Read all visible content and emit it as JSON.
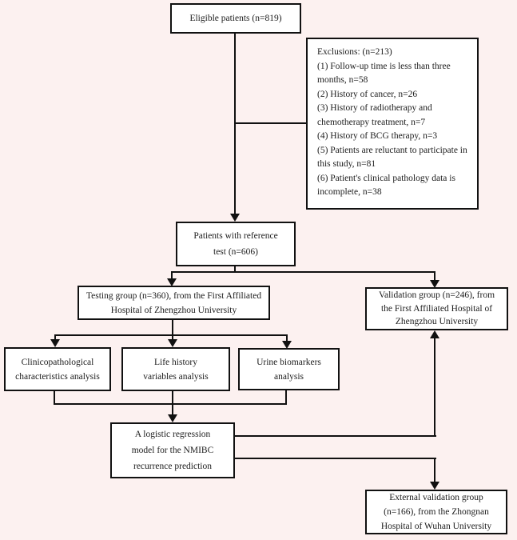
{
  "colors": {
    "background": "#fcf1f0",
    "box_fill": "#ffffff",
    "line": "#111111",
    "text": "#1c1c1c"
  },
  "boxes": {
    "eligible": {
      "lines": [
        "Eligible patients (n=819)"
      ]
    },
    "exclusions": {
      "title": "Exclusions: (n=213)",
      "items": [
        "(1) Follow-up time is less than three months, n=58",
        "(2) History of cancer, n=26",
        "(3) History of radiotherapy and chemotherapy treatment, n=7",
        "(4) History of BCG therapy, n=3",
        "(5) Patients are reluctant to participate in this study, n=81",
        "(6) Patient's clinical pathology data is incomplete, n=38"
      ]
    },
    "patients": {
      "lines": [
        "Patients with reference",
        "test (n=606)"
      ]
    },
    "testing": {
      "lines": [
        "Testing group (n=360), from the First Affiliated",
        "Hospital of Zhengzhou University"
      ]
    },
    "validation": {
      "lines": [
        "Validation group (n=246), from",
        "the First Affiliated Hospital of",
        "Zhengzhou University"
      ]
    },
    "clinicopathological": {
      "lines": [
        "Clinicopathological",
        "characteristics analysis"
      ]
    },
    "life_history": {
      "lines": [
        "Life history",
        "variables analysis"
      ]
    },
    "urine": {
      "lines": [
        "Urine biomarkers",
        "analysis"
      ]
    },
    "logistic": {
      "lines": [
        "A logistic regression",
        "model for the NMIBC",
        "recurrence prediction"
      ]
    },
    "external": {
      "lines": [
        "External validation group",
        "(n=166), from the Zhongnan",
        "Hospital of Wuhan University"
      ]
    }
  }
}
